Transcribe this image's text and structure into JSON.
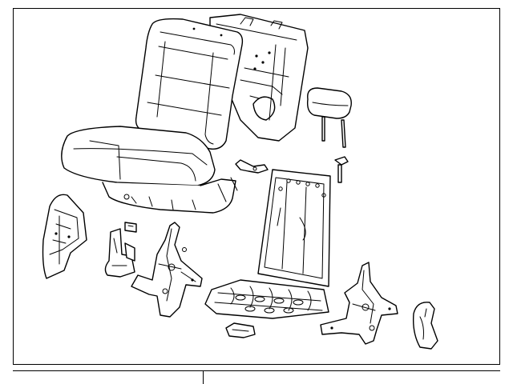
{
  "diagram": {
    "style": "line-art exploded parts view",
    "stroke_color": "#000000",
    "background_color": "#ffffff",
    "parts": [
      {
        "id": "seatback-cushion-cover",
        "icon": "seatback-cushion-icon"
      },
      {
        "id": "seatback-frame",
        "icon": "seatback-frame-icon"
      },
      {
        "id": "headrest",
        "icon": "headrest-icon"
      },
      {
        "id": "headrest-guide",
        "icon": "guide-pin-icon"
      },
      {
        "id": "seat-cushion",
        "icon": "seat-cushion-icon"
      },
      {
        "id": "cushion-latch-handle",
        "icon": "latch-handle-icon"
      },
      {
        "id": "seatback-panel",
        "icon": "back-panel-icon"
      },
      {
        "id": "outer-side-shield",
        "icon": "side-shield-icon"
      },
      {
        "id": "small-bracket",
        "icon": "small-bracket-icon"
      },
      {
        "id": "recliner-bracket",
        "icon": "recliner-bracket-icon"
      },
      {
        "id": "clip",
        "icon": "clip-icon"
      },
      {
        "id": "left-hinge-mechanism",
        "icon": "hinge-icon"
      },
      {
        "id": "cushion-frame",
        "icon": "cushion-frame-icon"
      },
      {
        "id": "release-handle",
        "icon": "release-handle-icon"
      },
      {
        "id": "right-hinge-mechanism",
        "icon": "hinge-icon"
      },
      {
        "id": "hinge-cover",
        "icon": "hinge-cover-icon"
      }
    ]
  }
}
